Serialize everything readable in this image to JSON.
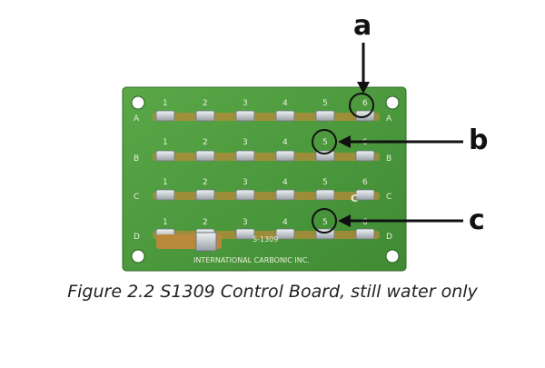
{
  "board": {
    "rows": [
      {
        "label": "A",
        "columns": [
          "1",
          "2",
          "3",
          "4",
          "5",
          "6"
        ]
      },
      {
        "label": "B",
        "columns": [
          "1",
          "2",
          "3",
          "4",
          "5",
          "6"
        ]
      },
      {
        "label": "C",
        "columns": [
          "1",
          "2",
          "3",
          "4",
          "5",
          "6"
        ]
      },
      {
        "label": "D",
        "columns": [
          "1",
          "2",
          "3",
          "4",
          "5",
          "6"
        ]
      }
    ],
    "model_label": "S-1309",
    "c_side_label": "C",
    "maker_label": "INTERNATIONAL CARBONIC INC."
  },
  "callouts": {
    "a": {
      "letter": "a"
    },
    "b": {
      "letter": "b"
    },
    "c": {
      "letter": "c"
    }
  },
  "caption": "Figure 2.2 S1309 Control Board, still water only",
  "colors": {
    "board": "#4f9a3f",
    "board_dark": "#3c7f30",
    "trace": "#b8893a",
    "terminal": "#c9ced3",
    "silkscreen": "#e6f0da",
    "arrow": "#111111"
  }
}
